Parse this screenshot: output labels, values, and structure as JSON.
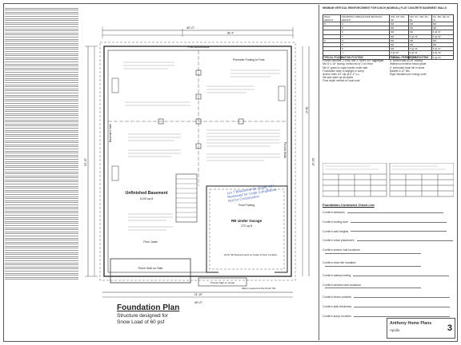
{
  "plan": {
    "title": "Foundation Plan",
    "subtitle_line1": "Structure designed for",
    "subtitle_line2": "Snow Load of 60 psf",
    "page_number": "3"
  },
  "labels": {
    "unfinished_basement": "Unfinished Basement",
    "basement_dim": "1100 sq ft",
    "rb_under_garage": "RB Under Garage",
    "garage_dim": "272 sq ft",
    "post_dimensions": "Post Dimensions",
    "perimeter_footing": "Perimeter Footing to Frost",
    "basement_wall": "Basement Wall",
    "poured_walls": "Poured Walls",
    "porch_slab": "Porch Slab on Slab",
    "floor_joists": "Floor Joists",
    "garage_footing": "Frost Footing",
    "precast_step": "Precast Slab on Grade",
    "window_note": "Water required at this Porch Sill",
    "grade_note": "Verify Sill Requirements at Grade & Door Location"
  },
  "dims": {
    "top_overall": "40'-0\"",
    "top_inner": "36'-4\"",
    "bottom_overall": "40'-0\"",
    "bottom_inner": "21'-10\"",
    "left_overall": "52'-8\"",
    "right_overall": "52'-8\"",
    "right_inner": "28'-8\""
  },
  "table": {
    "title": "MINIMUM VERTICAL REINFORCEMENT FOR 8-INCH (NOMINAL) FLAT CONCRETE BASEMENT WALLS",
    "headers": [
      "WALL HEIGHT",
      "MAXIMUM UNBALANCED BACKFILL HEIGHT",
      "GW, GP, SW, SP",
      "GM, GC, SM, SC, ML",
      "SC, MH, ML-CL, CL"
    ],
    "rows": [
      [
        "8",
        "4",
        "NR",
        "NR",
        "NR"
      ],
      [
        "",
        "5",
        "NR",
        "NR",
        "NR"
      ],
      [
        "",
        "6",
        "NR",
        "NR",
        "6 @ 37"
      ],
      [
        "",
        "7",
        "NR",
        "6 @ 35",
        "6 @ 32"
      ],
      [
        "9",
        "4",
        "NR",
        "NR",
        "NR"
      ],
      [
        "",
        "5",
        "NR",
        "NR",
        "NR"
      ],
      [
        "",
        "6",
        "NR",
        "6 @ 43",
        "6 @ 37"
      ],
      [
        "",
        "7",
        "6 @ 39",
        "6 @ 34",
        "6 @ 30"
      ],
      [
        "",
        "8",
        "6 @ 36",
        "6 @ 32",
        "6 @ 29"
      ]
    ]
  },
  "foundation_notes": {
    "heading": "TYPICAL FOUNDATION FOOTING",
    "lines": [
      "Poured concrete, 2.5 ksi, min 3\" cover; 3/4\" aggregate",
      "Min 8\" x 16\" footing, reinforced w/ 2 #4 rebar",
      "Min 6\" gravel & vapor barrier under slab",
      "Foundation drain to daylight or sump",
      "Anchor bolts 1/2\" dia @ 6'-0\" o.c.",
      "Sill seal under all sill plates",
      "Frost depth verified w/ local code"
    ]
  },
  "perimeter_notes": {
    "heading": "TYPICAL PERIMETER FOOTING",
    "lines": [
      "8\" poured wall on 16\" footing",
      "Waterproof exterior below grade",
      "4\" perforated drain tile in stone",
      "Backfill in 12\" lifts",
      "Rigid insulation per energy code"
    ]
  },
  "checklist": {
    "heading": "Foundation Contractor Check List",
    "items": [
      "Confirm setbacks",
      "Confirm footing size",
      "Confirm wall heights",
      "Confirm rebar placement",
      "Confirm anchor bolt locations",
      "Confirm drain tile installed",
      "Confirm waterproofing",
      "Confirm window well locations",
      "Confirm beam pockets",
      "Confirm slab thickness",
      "Confirm sump location"
    ]
  },
  "titleblock": {
    "company": "Anthony Home Plans",
    "project": "Apollo"
  },
  "stamp": {
    "line1": "Lot 7 Beaumont Dr, Dover, NH",
    "line2": "Reviewed for Code Compliance",
    "line3": "Not for Construction"
  }
}
